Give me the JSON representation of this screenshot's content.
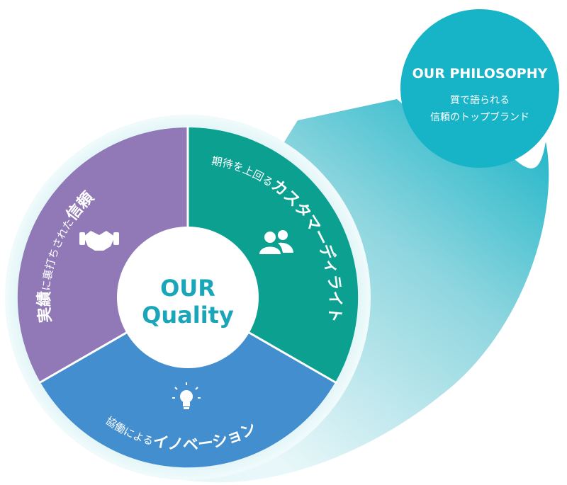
{
  "philosophy": {
    "title": "OUR PHILOSOPHY",
    "line1": "質で語られる",
    "line2": "信頼のトップブランド"
  },
  "center": {
    "line1": "OUR",
    "line2": "Quality"
  },
  "segments": {
    "purple": {
      "prefix1": "実績",
      "small": "に裏打ちされた",
      "big": "信頼",
      "icon": "handshake-icon"
    },
    "teal": {
      "small": "期待を上回る",
      "big": "カスタマーディライト",
      "icon": "users-icon"
    },
    "blue": {
      "small": "協働による",
      "big": "イノベーション",
      "icon": "lightbulb-icon"
    }
  },
  "colors": {
    "purple": "#9079b6",
    "teal": "#0ca091",
    "blue": "#438ecf",
    "cyan": "#17b3c6",
    "center_text": "#1aa6b8"
  }
}
